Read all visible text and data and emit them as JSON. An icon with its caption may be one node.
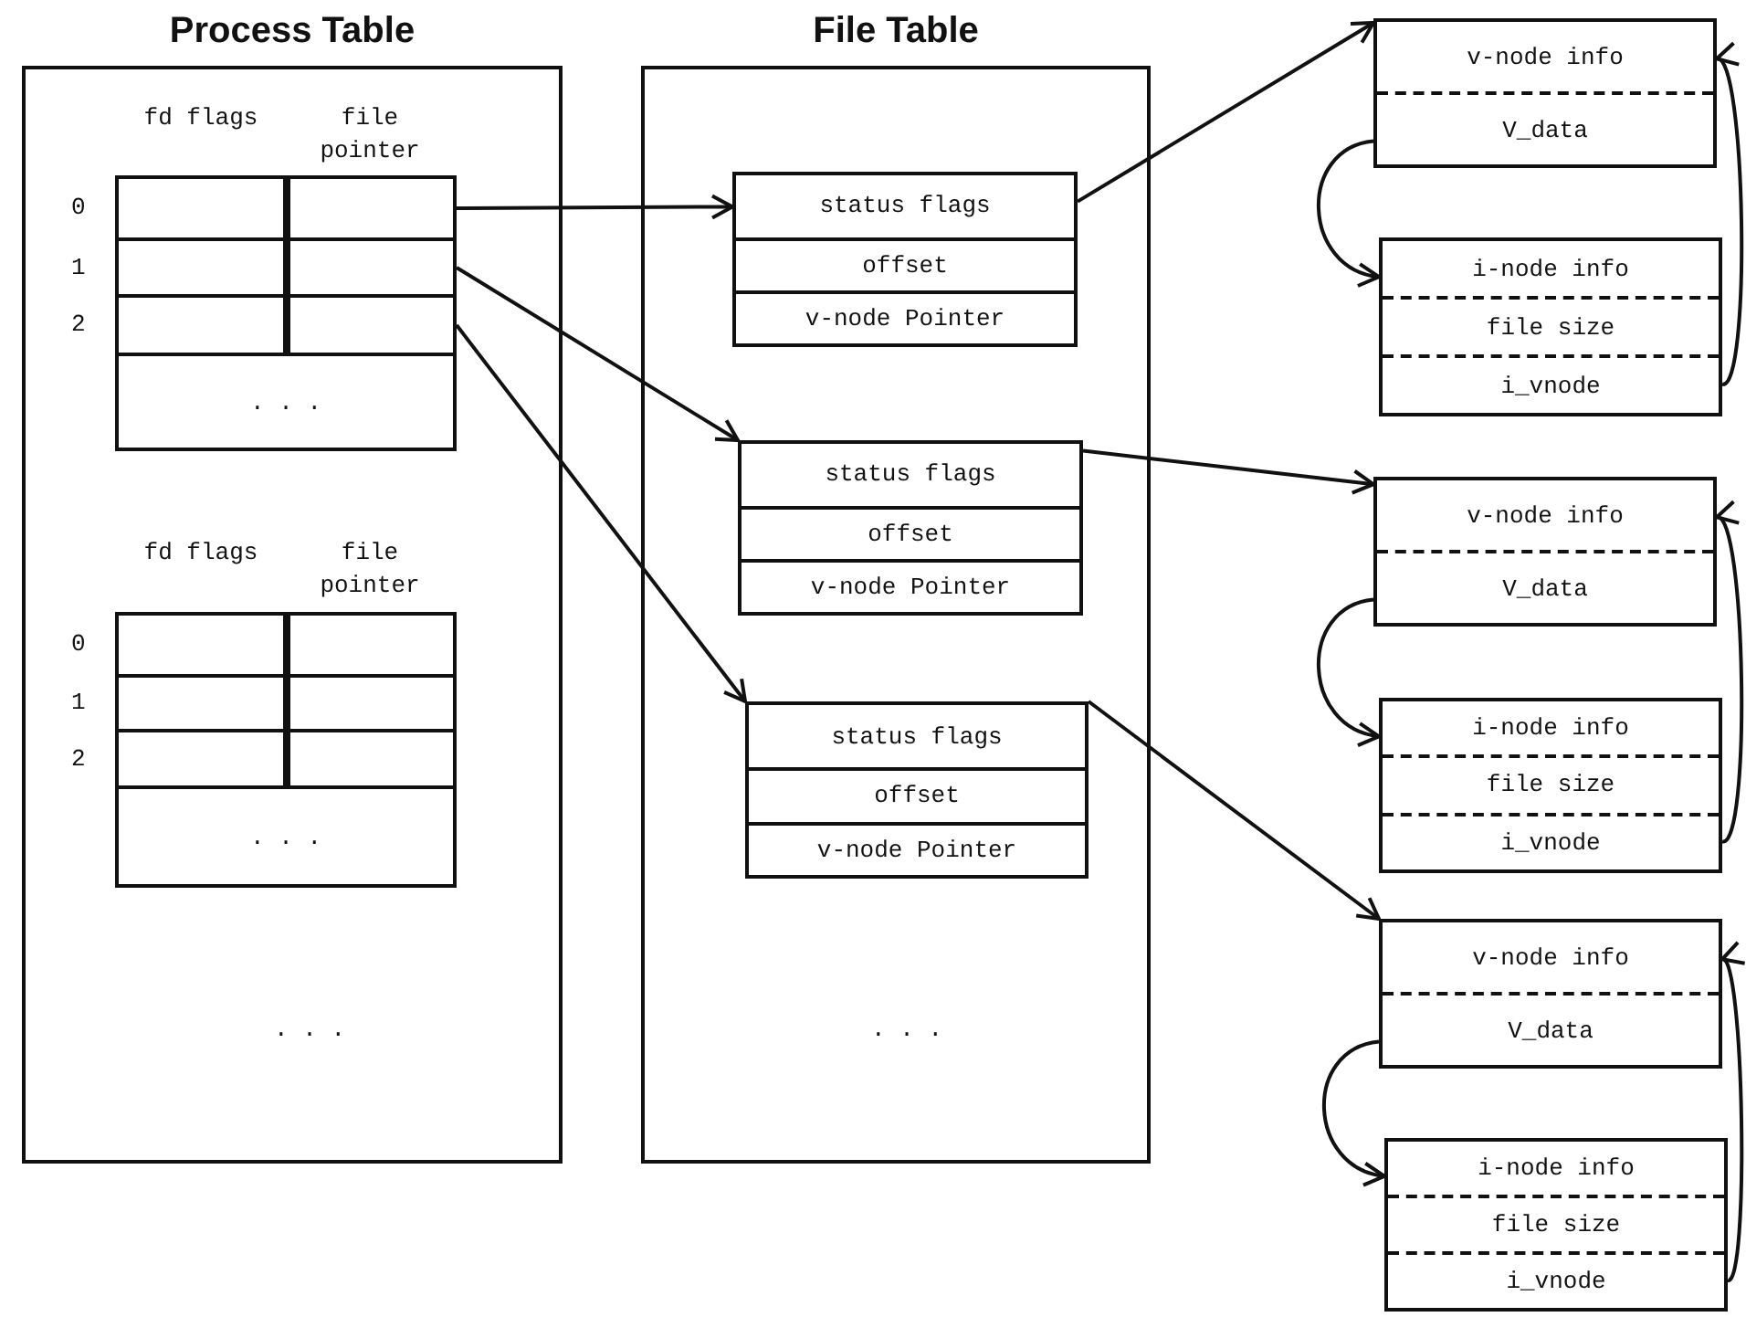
{
  "diagram": {
    "nodes": [
      {
        "text": [
          "Process Table"
        ]
      },
      {
        "text": [
          "fd flags",
          "file pointer"
        ],
        "in": 0
      },
      {
        "text": [],
        "shape": "box",
        "in": 1,
        "beside": [
          "0"
        ]
      },
      {
        "text": [],
        "shape": "box",
        "in": 1
      },
      {
        "text": [],
        "shape": "box",
        "in": 1,
        "beside": [
          "1"
        ]
      },
      {
        "text": [],
        "shape": "box",
        "in": 1
      },
      {
        "text": [],
        "shape": "box",
        "in": 1,
        "beside": [
          "2"
        ]
      },
      {
        "text": [],
        "shape": "box",
        "in": 1
      },
      {
        "text": [
          ". . ."
        ],
        "in": 1
      },
      {
        "text": [
          "fd flags",
          "file pointer"
        ],
        "in": 0
      },
      {
        "text": [],
        "shape": "box",
        "in": 9,
        "beside": [
          "0"
        ]
      },
      {
        "text": [],
        "shape": "box",
        "in": 9
      },
      {
        "text": [],
        "shape": "box",
        "in": 9,
        "beside": [
          "1"
        ]
      },
      {
        "text": [],
        "shape": "box",
        "in": 9
      },
      {
        "text": [],
        "shape": "box",
        "in": 9,
        "beside": [
          "2"
        ]
      },
      {
        "text": [],
        "shape": "box",
        "in": 9
      },
      {
        "text": [
          ". . ."
        ],
        "in": 9
      },
      {
        "text": [
          "File Table"
        ]
      },
      {
        "text": [
          "status flags",
          "offset",
          "v-node Pointer"
        ],
        "in": 17
      },
      {
        "text": [
          "status flags",
          "offset",
          "v-node Pointer"
        ],
        "in": 17
      },
      {
        "text": [
          "status flags",
          "offset",
          "v-node Pointer"
        ],
        "in": 17
      },
      {
        "text": [
          "v-node info",
          "V_data"
        ]
      },
      {
        "text": [
          "i-node info",
          "file size",
          "i_vnode"
        ]
      },
      {
        "text": [
          "v-node info",
          "V_data"
        ]
      },
      {
        "text": [
          "i-node info",
          "file size",
          "i_vnode"
        ]
      },
      {
        "text": [
          "v-node info",
          "V_data"
        ]
      },
      {
        "text": [
          "i-node info",
          "file size",
          "i_vnode"
        ]
      }
    ],
    "edges": [
      {
        "from": 3,
        "to": 18,
        "arrow": "to"
      },
      {
        "from": 5,
        "to": 19,
        "arrow": "to"
      },
      {
        "from": 7,
        "to": 20,
        "arrow": "to"
      },
      {
        "from": 18,
        "to": 21,
        "arrow": "to"
      },
      {
        "from": 19,
        "to": 23,
        "arrow": "to"
      },
      {
        "from": 20,
        "to": 25,
        "arrow": "to"
      },
      {
        "from": 21,
        "to": 22,
        "arrow": "to"
      },
      {
        "from": 22,
        "to": 21,
        "arrow": "to"
      },
      {
        "from": 23,
        "to": 24,
        "arrow": "to"
      },
      {
        "from": 24,
        "to": 23,
        "arrow": "to"
      },
      {
        "from": 25,
        "to": 26,
        "arrow": "to"
      },
      {
        "from": 26,
        "to": 25,
        "arrow": "to"
      }
    ],
    "labels": [
      ". . .",
      ". . ."
    ]
  }
}
